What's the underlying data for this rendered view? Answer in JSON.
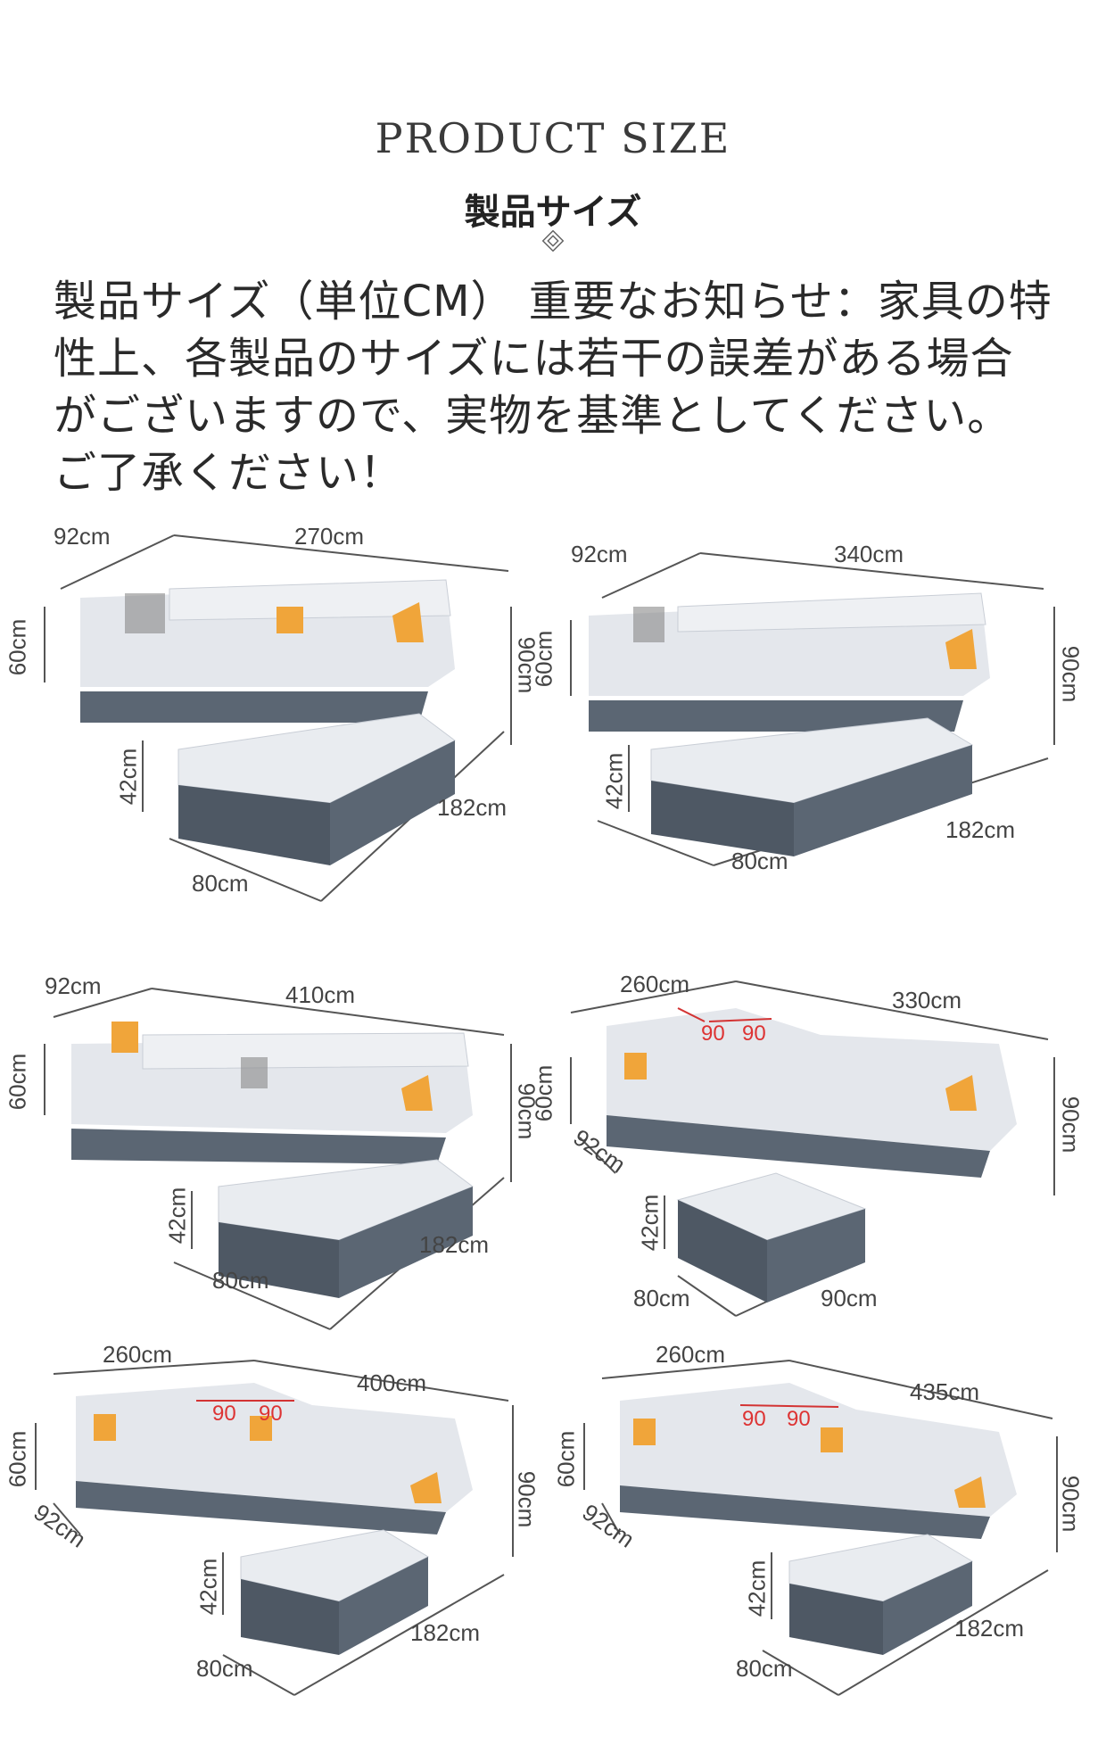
{
  "header": {
    "title_en": "PRODUCT SIZE",
    "title_jp": "製品サイズ",
    "notice": "製品サイズ（単位CM） 重要なお知らせ：家具の特性上、各製品のサイズには若干の誤差がある場合がございますので、実物を基準としてください。ご了承ください！"
  },
  "colors": {
    "seat": "#e4e7ec",
    "base": "#5b6673",
    "accent": "#f0a53a",
    "red_marker": "#d33333"
  },
  "panels": [
    {
      "depth": "92cm",
      "width": "270cm",
      "back": "60cm",
      "height": "90cm",
      "seat": "42cm",
      "chaise_len": "182cm",
      "chaise_w": "80cm"
    },
    {
      "depth": "92cm",
      "width": "340cm",
      "back": "60cm",
      "height": "90cm",
      "seat": "42cm",
      "chaise_len": "182cm",
      "chaise_w": "80cm"
    },
    {
      "depth": "92cm",
      "width": "410cm",
      "back": "60cm",
      "height": "90cm",
      "seat": "42cm",
      "chaise_len": "182cm",
      "chaise_w": "80cm"
    },
    {
      "left_w": "260cm",
      "right_w": "330cm",
      "back": "60cm",
      "height": "90cm",
      "depth": "92cm",
      "angle_a": "90",
      "angle_b": "90",
      "seat": "42cm",
      "ottoman_a": "80cm",
      "ottoman_b": "90cm"
    },
    {
      "left_w": "260cm",
      "right_w": "400cm",
      "back": "60cm",
      "height": "90cm",
      "depth": "92cm",
      "angle_a": "90",
      "angle_b": "90",
      "seat": "42cm",
      "chaise_len": "182cm",
      "chaise_w": "80cm"
    },
    {
      "left_w": "260cm",
      "right_w": "435cm",
      "back": "60cm",
      "height": "90cm",
      "depth": "92cm",
      "angle_a": "90",
      "angle_b": "90",
      "seat": "42cm",
      "chaise_len": "182cm",
      "chaise_w": "80cm"
    }
  ]
}
